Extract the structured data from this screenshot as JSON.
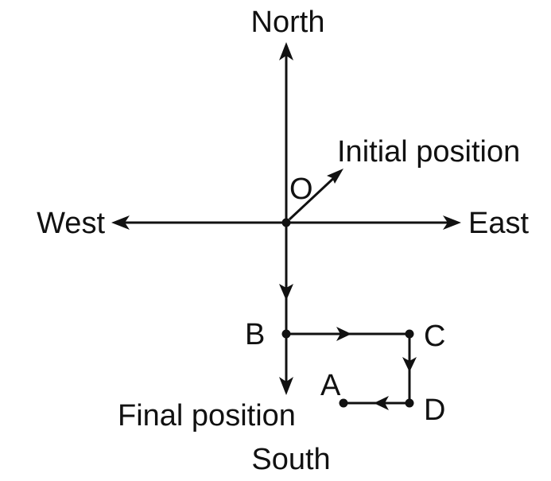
{
  "diagram": {
    "type": "displacement-path",
    "directions": {
      "north": "North",
      "south": "South",
      "east": "East",
      "west": "West"
    },
    "points": {
      "origin": "O",
      "b": "B",
      "c": "C",
      "d": "D",
      "a": "A"
    },
    "annotations": {
      "initial": "Initial position",
      "final": "Final position"
    },
    "path_sequence": [
      "O",
      "B",
      "C",
      "D",
      "A"
    ],
    "colors": {
      "ink": "#111111",
      "background": "#ffffff"
    }
  }
}
